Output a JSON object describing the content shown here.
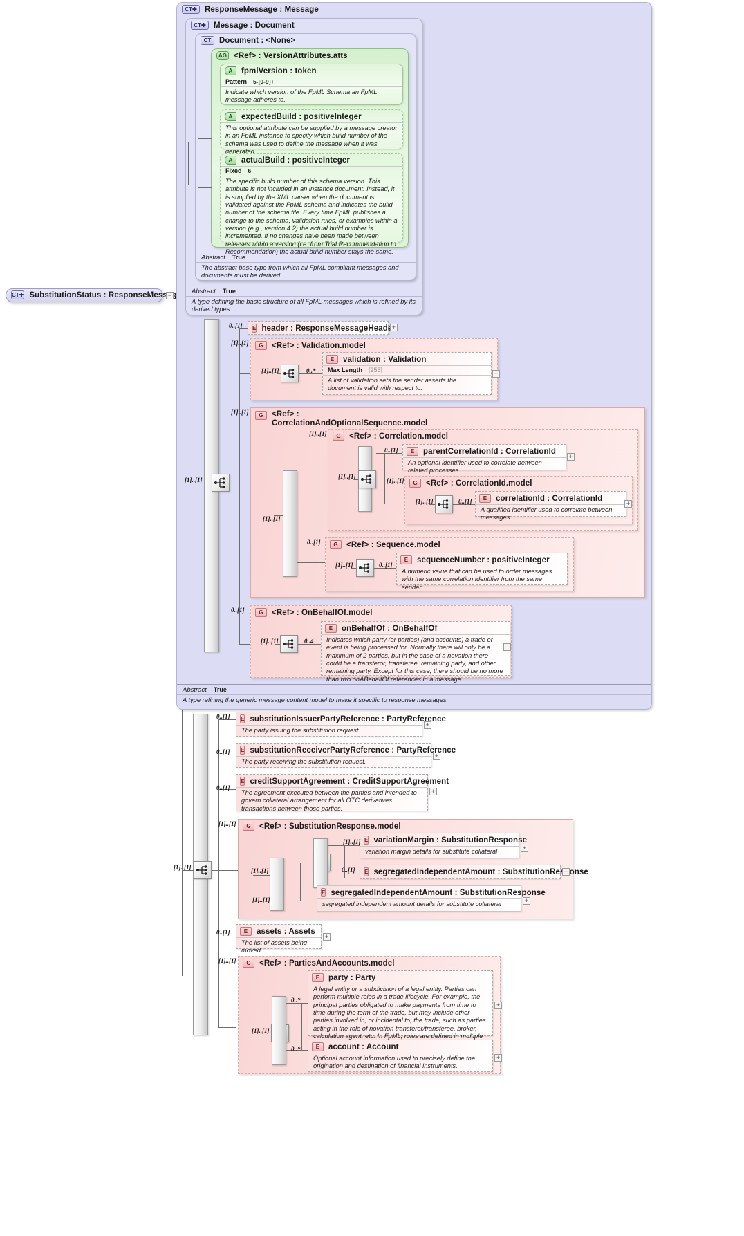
{
  "diagram": {
    "kind": "xsd-schema-diagram",
    "root": {
      "label": "SubstitutionStatus : ResponseMessage",
      "badge": "CT",
      "expander": "-"
    }
  },
  "types": {
    "response_message": {
      "label": "ResponseMessage : Message",
      "badge": "CT",
      "expander": "+"
    },
    "message": {
      "label": "Message : Document",
      "badge": "CT",
      "expander": "+"
    },
    "document": {
      "label": "Document : <None>",
      "badge": "CT",
      "expander": ""
    }
  },
  "attr_group": {
    "label": "<Ref>          : VersionAttributes.atts",
    "badge": "AG",
    "attributes": [
      {
        "label": "fpmlVersion : token",
        "badge": "A",
        "facet_name": "Pattern",
        "facet_value": "5-[0-9]+",
        "description": "Indicate which version of the FpML Schema an FpML message adheres to."
      },
      {
        "label": "expectedBuild : positiveInteger",
        "badge": "A",
        "facet_name": "",
        "facet_value": "",
        "description": "This optional attribute can be supplied by a message creator in an FpML instance to specify which build number of the schema was used to define the message when it was generated."
      },
      {
        "label": "actualBuild : positiveInteger",
        "badge": "A",
        "facet_name": "Fixed",
        "facet_value": "6",
        "description": "The specific build number of this schema version. This attribute is not included in an instance document. Instead, it is supplied by the XML parser when the document is validated against the FpML schema and indicates the build number of the schema file. Every time FpML publishes a change to the schema, validation rules, or examples within a version (e.g., version 4.2) the actual build number is incremented. If no changes have been made between releases within a version (i.e. from Trial Recommendation to Recommendation) the actual build number stays the same."
      }
    ]
  },
  "abstract_rows": {
    "document": {
      "label": "Abstract",
      "value": "True",
      "description": "The abstract base type from which all FpML compliant messages and documents must be derived."
    },
    "message": {
      "label": "Abstract",
      "value": "True",
      "description": "A type defining the basic structure of all FpML messages which is refined by its derived types."
    },
    "response_message": {
      "label": "Abstract",
      "value": "True",
      "description": "A type refining the generic message content model to make it specific to response messages."
    }
  },
  "message_content": {
    "header": {
      "label": "header     : ResponseMessageHeader",
      "badge": "E",
      "occurrence": "0..[1]",
      "expander": "+"
    },
    "validation_model": {
      "label": "<Ref>        : Validation.model",
      "badge": "G",
      "occurrence": "[1]..[1]",
      "inner_occurrence": "[1]..[1]",
      "child": {
        "label": "validation : Validation",
        "badge": "E",
        "occurrence": "0..*",
        "facet_name": "Max Length",
        "facet_value": "[255]",
        "description": "A list of validation sets the sender asserts the document is valid with respect to.",
        "expander": "+"
      }
    },
    "correlation_sequence_model": {
      "label": "<Ref>        : CorrelationAndOptionalSequence.model",
      "badge": "G",
      "occurrence": "[1]..[1]",
      "inner_occurrence": "[1]..[1]",
      "correlation_model": {
        "label": "<Ref>        : Correlation.model",
        "badge": "G",
        "occurrence": "[1]..[1]",
        "inner_occurrence": "[1]..[1]",
        "parent_correlation_id": {
          "label": "parentCorrelationId : CorrelationId",
          "badge": "E",
          "occurrence": "0..[1]",
          "description": "An optional identifier used to correlate between related processes",
          "expander": "+"
        },
        "correlation_id_model": {
          "label": "<Ref>        : CorrelationId.model",
          "badge": "G",
          "occurrence": "[1]..[1]",
          "inner_occurrence": "[1]..[1]",
          "child": {
            "label": "correlationId : CorrelationId",
            "badge": "E",
            "occurrence": "0..[1]",
            "description": "A qualified identifier used to correlate between messages",
            "expander": "+"
          }
        }
      },
      "sequence_model": {
        "label": "<Ref>        : Sequence.model",
        "badge": "G",
        "occurrence": "0..[1]",
        "inner_occurrence": "[1]..[1]",
        "child": {
          "label": "sequenceNumber : positiveInteger",
          "badge": "E",
          "occurrence": "0..[1]",
          "description": "A numeric value that can be used to order messages with the same correlation identifier from the same sender."
        }
      }
    },
    "onbehalfof_model": {
      "label": "<Ref>        : OnBehalfOf.model",
      "badge": "G",
      "occurrence": "0..[1]",
      "inner_occurrence": "[1]..[1]",
      "child": {
        "label": "onBehalfOf : OnBehalfOf",
        "badge": "E",
        "occurrence": "0..4",
        "description": "Indicates which party (or parties) (and accounts) a trade or event is being processed for. Normally there will only be a maximum of 2 parties, but in the case of a novation there could be a transferor, transferee, remaining party, and other remaining party. Except for this case, there should be no more than two onABehalfOf references in a message."
      }
    }
  },
  "substitution_content": {
    "root_occurrence": "[1]..[1]",
    "items": [
      {
        "label": "substitutionIssuerPartyReference : PartyReference",
        "badge": "E",
        "occurrence": "0..[1]",
        "description": "The party issuing the substitution request.",
        "expander": "+"
      },
      {
        "label": "substitutionReceiverPartyReference : PartyReference",
        "badge": "E",
        "occurrence": "0..[1]",
        "description": "The party receiving the substitution request.",
        "expander": "+"
      },
      {
        "label": "creditSupportAgreement : CreditSupportAgreement",
        "badge": "E",
        "occurrence": "0..[1]",
        "description": "The agreement executed between the parties and intended to govern collateral arrangement for all OTC derivatives transactions between those parties.",
        "expander": "+"
      }
    ],
    "substitution_response_model": {
      "label": "<Ref>        : SubstitutionResponse.model",
      "badge": "G",
      "occurrence": "[1]..[1]",
      "inner_occurrence": "[1]..[1]",
      "group_occurrence": "[1]..[1]",
      "variation_margin": {
        "label": "variationMargin : SubstitutionResponse",
        "badge": "E",
        "occurrence": "[1]..[1]",
        "description": "variation margin details for substitute collateral",
        "expander": "+"
      },
      "segregated_independent_amount_a": {
        "label": "segregatedIndependentAmount : SubstitutionResponse",
        "badge": "E",
        "occurrence": "0..[1]",
        "description": "",
        "expander": "+"
      },
      "segregated_independent_amount_b": {
        "label": "segregatedIndependentAmount : SubstitutionResponse",
        "badge": "E",
        "occurrence": "[1]..[1]",
        "description": "segregated independent amount details for substitute collateral",
        "expander": "+"
      }
    },
    "assets": {
      "label": "assets     : Assets",
      "badge": "E",
      "occurrence": "0..[1]",
      "description": "The list of assets being moved.",
      "expander": "+"
    },
    "parties_accounts_model": {
      "label": "<Ref>        : PartiesAndAccounts.model",
      "badge": "G",
      "occurrence": "[1]..[1]",
      "inner_occurrence": "[1]..[1]",
      "party": {
        "label": "party      : Party",
        "badge": "E",
        "occurrence": "0..*",
        "description": "A legal entity or a subdivision of a legal entity. Parties can perform multiple roles in a trade lifecycle. For example, the principal parties obligated to make payments from time to time during the term of the trade, but may include other parties involved in, or incidental to, the trade, such as parties acting in the role of novation transferor/transferee, broker, calculation agent, etc. In FpML, roles are defined in multiple places within a document.",
        "expander": "+"
      },
      "account": {
        "label": "account   : Account",
        "badge": "E",
        "occurrence": "0..*",
        "description": "Optional account information used to precisely define the origination and destination of financial instruments.",
        "expander": "+"
      }
    }
  },
  "colors": {
    "type_box": "#dcdcf4",
    "attr_group": "#d6f0cf",
    "element_group": "#f9d5d4",
    "line": "#6d6d6d"
  }
}
